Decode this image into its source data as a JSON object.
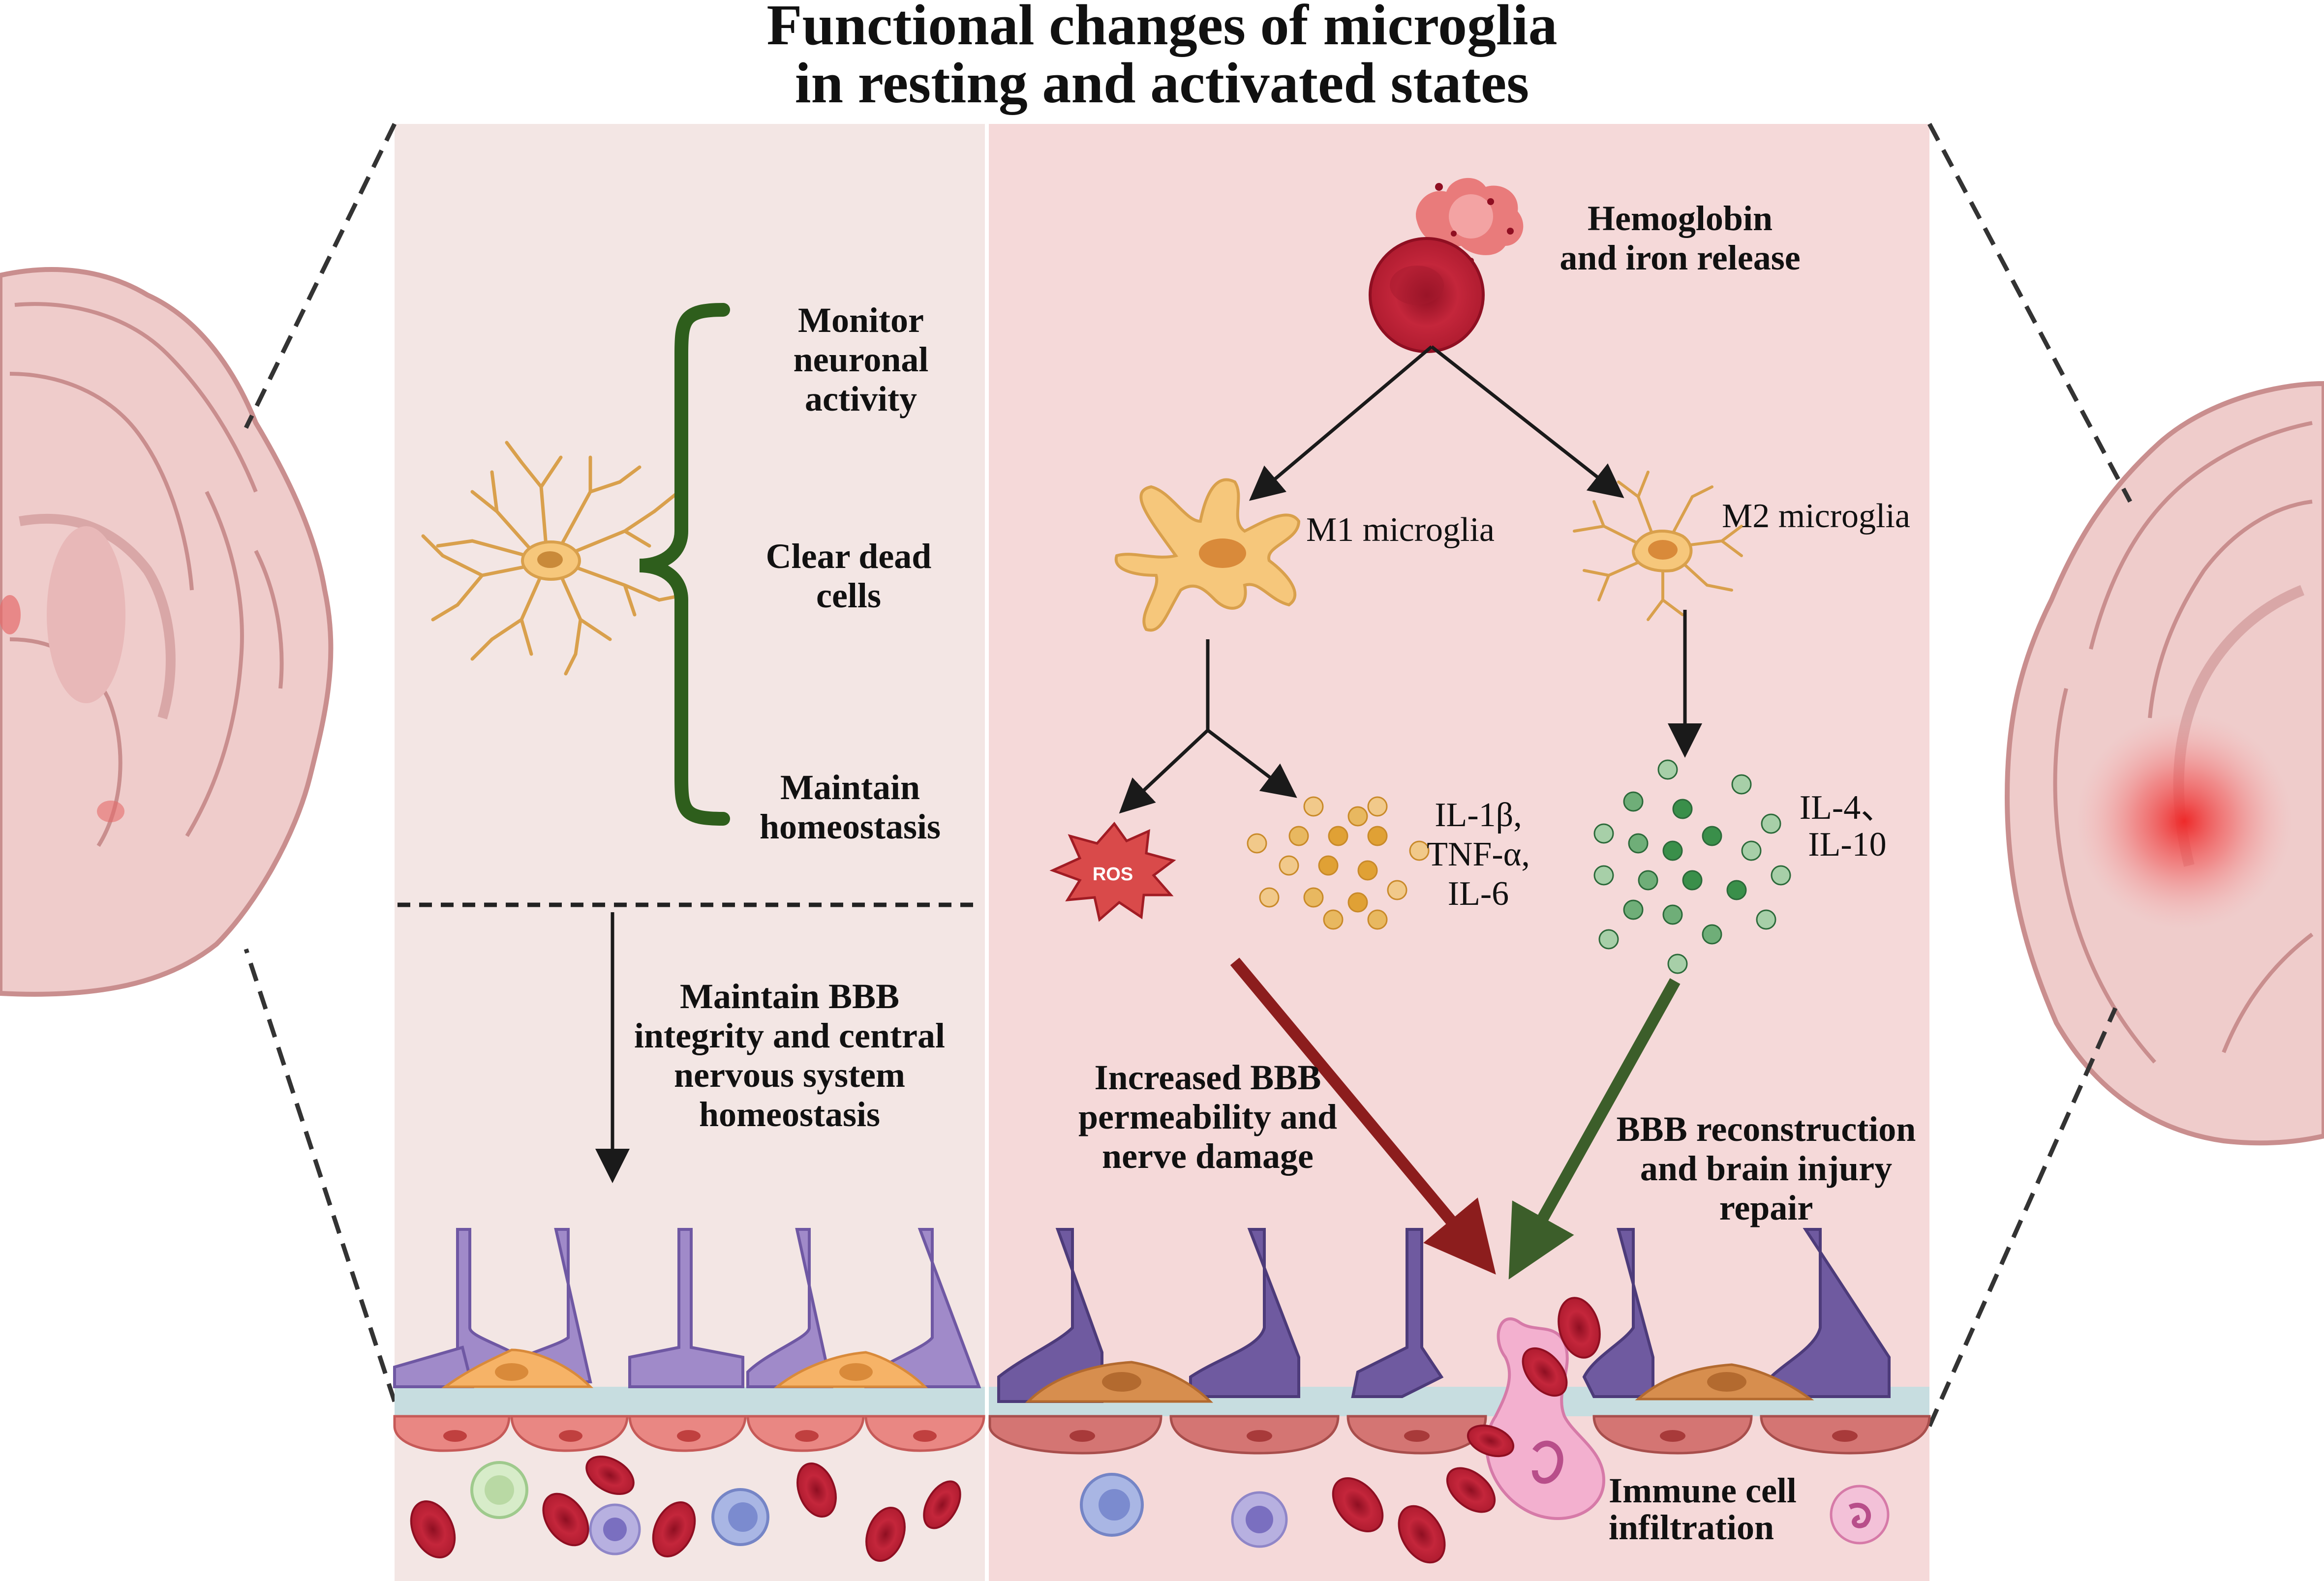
{
  "title": {
    "line1": "Functional changes of microglia",
    "line2": "in resting and activated states"
  },
  "resting": {
    "functions": [
      [
        "Monitor",
        "neuronal",
        "activity"
      ],
      [
        "Clear dead",
        "cells"
      ],
      [
        "Maintain",
        "homeostasis"
      ]
    ],
    "bbb_text": [
      "Maintain BBB",
      "integrity and central",
      "nervous system",
      "homeostasis"
    ]
  },
  "activated": {
    "trigger": [
      "Hemoglobin",
      "and iron release"
    ],
    "m1_label": "M1 microglia",
    "m2_label": "M2 microglia",
    "ros_label": "ROS",
    "m1_cytokines": [
      "IL-1β,",
      "TNF-α,",
      "IL-6"
    ],
    "m2_cytokines": [
      "IL-4、",
      "IL-10"
    ],
    "m1_effect": [
      "Increased BBB",
      "permeability and",
      "nerve damage"
    ],
    "m2_effect": [
      "BBB reconstruction",
      "and brain injury",
      "repair"
    ],
    "immune": [
      "Immune cell",
      "infiltration"
    ]
  },
  "colors": {
    "resting_panel": "#f3e6e4",
    "activated_panel": "#f5d9d9",
    "brain": "#efcccb",
    "brace": "#2e5e1c",
    "microglia": "#f6c77b",
    "rbc": "#c4263b",
    "m1_particles": "#e0a135",
    "m2_particles": "#3a8f4a",
    "damage_arrow": "#8c1d1d",
    "repair_arrow": "#3c5e2a",
    "astrocyte": "#9579c2",
    "endothelium": "#e98783",
    "lesion": "#ee3b3b"
  }
}
